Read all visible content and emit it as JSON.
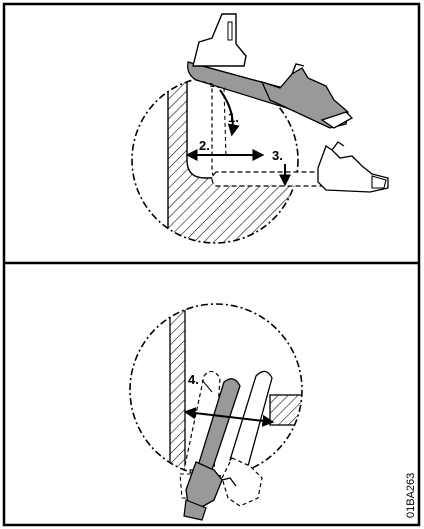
{
  "panels": [
    {
      "id": "top",
      "steps": [
        "1.",
        "2.",
        "3."
      ]
    },
    {
      "id": "bottom",
      "steps": [
        "4."
      ]
    }
  ],
  "figure_code": "01BA263",
  "colors": {
    "chainsaw_fill": "#999999",
    "outline": "#000000",
    "background": "#ffffff"
  }
}
